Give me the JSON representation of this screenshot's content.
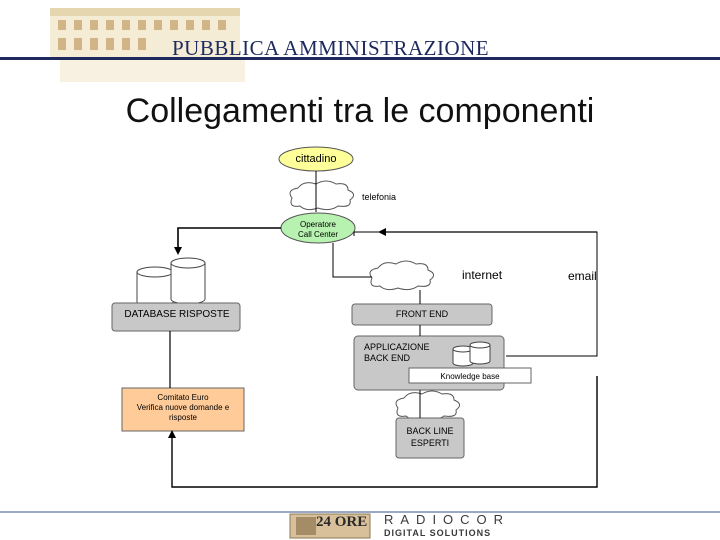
{
  "header": {
    "title": "PUBBLICA AMMINISTRAZIONE"
  },
  "slide": {
    "title": "Collegamenti tra le componenti"
  },
  "diagram": {
    "nodes": {
      "cittadino": "cittadino",
      "operatore": [
        "Operatore",
        "Call Center"
      ],
      "database": "DATABASE RISPOSTE",
      "front_end": "FRONT END",
      "app_back_end": [
        "APPLICAZIONE",
        "BACK END"
      ],
      "knowledge_base": "Knowledge base",
      "comitato": [
        "Comitato Euro",
        "Verifica nuove domande e",
        "risposte"
      ],
      "back_line": [
        "BACK LINE",
        "ESPERTI"
      ]
    },
    "labels": {
      "telefonia": "telefonia",
      "internet": "internet",
      "email": "email"
    }
  },
  "footer": {
    "logo_left": "24 ORE",
    "brand": "RADIOCOR",
    "brand_sub": "DIGITAL SOLUTIONS"
  },
  "colors": {
    "header_blue": "#1e2a5e",
    "cittadino_fill": "#ffff99",
    "operatore_fill": "#b8f2b0",
    "box_gray": "#c8c8c8",
    "comitato_fill": "#ffcc99"
  }
}
